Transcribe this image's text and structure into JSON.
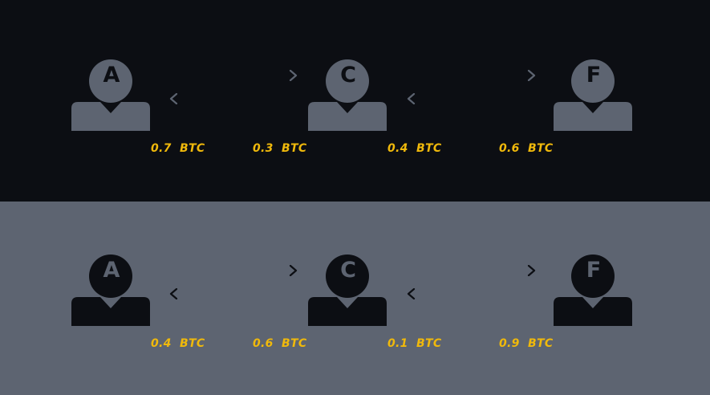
{
  "colors": {
    "top_background": "#0c0e13",
    "bottom_background": "#5d6471",
    "top_person": "#5d6471",
    "bottom_person": "#0c0e13",
    "amount": "#f0b90b"
  },
  "panels": [
    {
      "people": [
        {
          "letter": "A"
        },
        {
          "letter": "C"
        },
        {
          "letter": "F"
        }
      ],
      "amounts": [
        "0.7  BTC",
        "0.3  BTC",
        "0.4  BTC",
        "0.6  BTC"
      ]
    },
    {
      "people": [
        {
          "letter": "A"
        },
        {
          "letter": "C"
        },
        {
          "letter": "F"
        }
      ],
      "amounts": [
        "0.4  BTC",
        "0.6  BTC",
        "0.1  BTC",
        "0.9  BTC"
      ]
    }
  ]
}
